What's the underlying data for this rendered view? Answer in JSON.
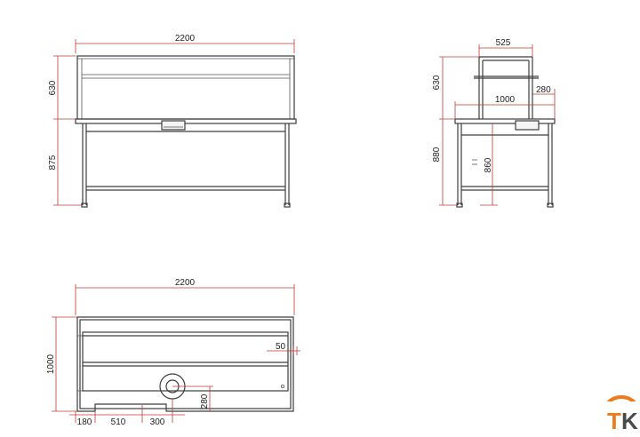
{
  "front_view": {
    "width_label": "2200",
    "upper_height_label": "630",
    "lower_height_label": "875"
  },
  "side_view": {
    "top_width_label": "525",
    "upper_height_label": "630",
    "offset_label": "280",
    "depth_label": "1000",
    "height_label": "880",
    "inner_height_label": "860"
  },
  "plan_view": {
    "width_label": "2200",
    "depth_label": "1000",
    "edge_label": "50",
    "hole_offset_label": "280",
    "segments": [
      "180",
      "510",
      "300"
    ]
  },
  "logo": {
    "text": "TK",
    "orange": "#f07a1a",
    "grey": "#4a4a4a"
  },
  "colors": {
    "dimension": "#c23a3a",
    "outline": "#3d3d3d"
  }
}
